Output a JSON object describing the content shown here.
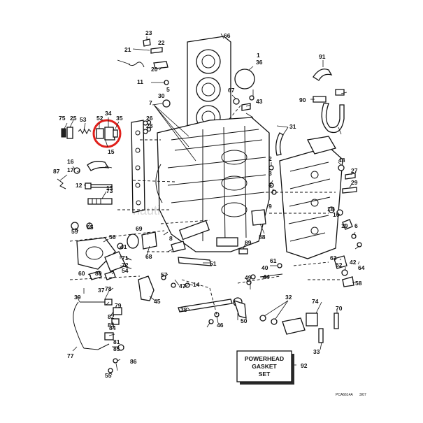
{
  "watermark": "nauticstore.it",
  "gasket_box": {
    "line1": "POWERHEAD",
    "line2": "GASKET",
    "line3": "SET",
    "ref": "92"
  },
  "figure_code": "PCA6614A",
  "figure_date": "3/07",
  "highlight_color": "#e0201b",
  "callouts": [
    "1",
    "2",
    "3",
    "4",
    "5",
    "6",
    "7",
    "8",
    "9",
    "10",
    "11",
    "12",
    "13",
    "14",
    "15",
    "16",
    "17",
    "18",
    "19",
    "20",
    "21",
    "22",
    "23",
    "25",
    "26",
    "27",
    "28",
    "29",
    "30",
    "31",
    "32",
    "33",
    "34",
    "35",
    "36",
    "37",
    "38",
    "39",
    "40",
    "41",
    "42",
    "43",
    "44",
    "45",
    "46",
    "47",
    "48",
    "49",
    "50",
    "51",
    "52",
    "53",
    "54",
    "55",
    "56",
    "57",
    "58",
    "59",
    "60",
    "61",
    "62",
    "63",
    "64",
    "65",
    "66",
    "67",
    "68",
    "69",
    "70",
    "71",
    "72",
    "73",
    "74",
    "75",
    "77",
    "78",
    "79",
    "80",
    "81",
    "82",
    "83",
    "84",
    "85",
    "86",
    "87",
    "88",
    "89",
    "90",
    "91"
  ]
}
